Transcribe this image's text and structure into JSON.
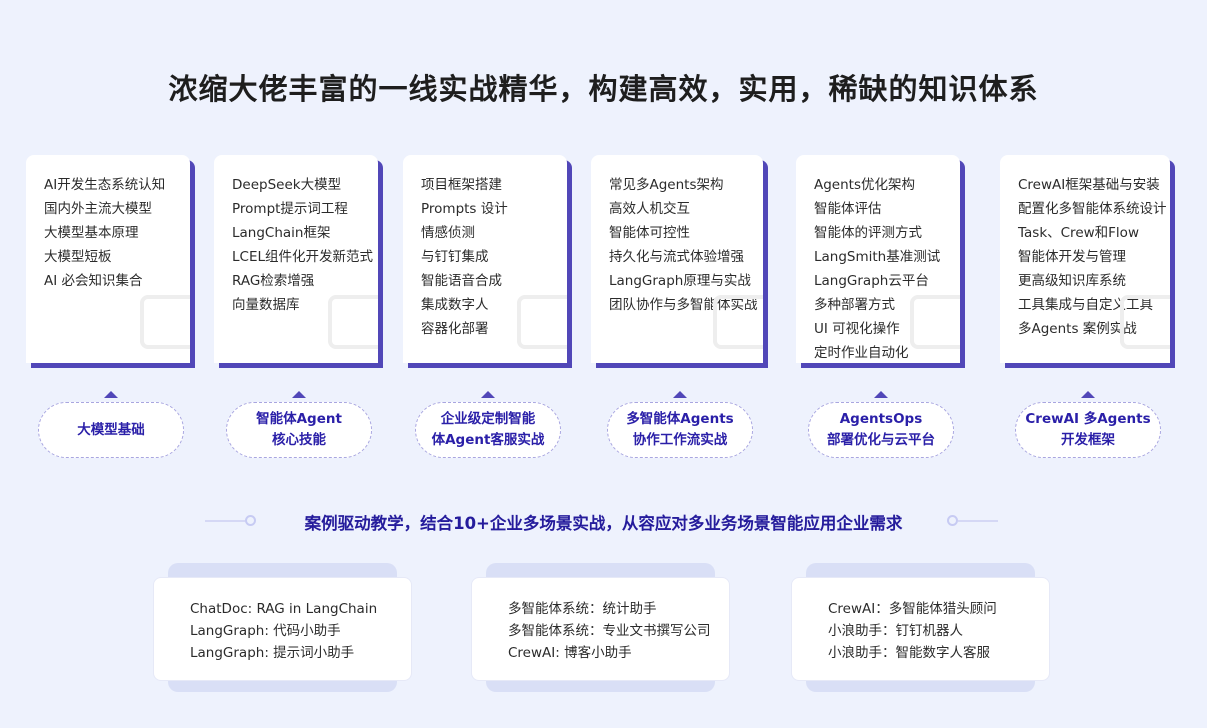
{
  "title": "浓缩大佬丰富的一线实战精华，构建高效，实用，稀缺的知识体系",
  "modules": [
    {
      "items": [
        "AI开发生态系统认知",
        "国内外主流大模型",
        "大模型基本原理",
        "大模型短板",
        "AI 必会知识集合"
      ],
      "label": [
        "大模型基础"
      ]
    },
    {
      "items": [
        "DeepSeek大模型",
        "Prompt提示词工程",
        "LangChain框架",
        "LCEL组件化开发新范式",
        "RAG检索增强",
        "向量数据库"
      ],
      "label": [
        "智能体Agent",
        "核心技能"
      ]
    },
    {
      "items": [
        "项目框架搭建",
        "Prompts 设计",
        "情感侦测",
        "与钉钉集成",
        "智能语音合成",
        "集成数字人",
        "容器化部署"
      ],
      "label": [
        "企业级定制智能",
        "体Agent客服实战"
      ]
    },
    {
      "items": [
        "常见多Agents架构",
        "高效人机交互",
        "智能体可控性",
        "持久化与流式体验增强",
        "LangGraph原理与实战",
        "团队协作与多智能体实战"
      ],
      "label": [
        "多智能体Agents",
        "协作工作流实战"
      ]
    },
    {
      "items": [
        "Agents优化架构",
        "智能体评估",
        "智能体的评测方式",
        "LangSmith基准测试",
        "LangGraph云平台",
        "多种部署方式",
        "UI 可视化操作",
        "定时作业自动化"
      ],
      "label": [
        "AgentsOps",
        "部署优化与云平台"
      ]
    },
    {
      "items": [
        "CrewAI框架基础与安装",
        "配置化多智能体系统设计",
        "Task、Crew和Flow",
        "智能体开发与管理",
        "更高级知识库系统",
        "工具集成与自定义工具",
        "多Agents 案例实战"
      ],
      "label": [
        "CrewAI 多Agents",
        "开发框架"
      ]
    }
  ],
  "subtitle": "案例驱动教学，结合10+企业多场景实战，从容应对多业务场景智能应用企业需求",
  "cases": [
    [
      "ChatDoc: RAG in LangChain",
      "LangGraph: 代码小助手",
      "LangGraph: 提示词小助手"
    ],
    [
      "多智能体系统：统计助手",
      "多智能体系统：专业文书撰写公司",
      "CrewAI: 博客小助手"
    ],
    [
      "CrewAI：多智能体猎头顾问",
      "小浪助手：钉钉机器人",
      "小浪助手：智能数字人客服"
    ]
  ],
  "colors": {
    "accent": "#5147b8",
    "label": "#2a1fa8",
    "background": "#eef2fd"
  }
}
